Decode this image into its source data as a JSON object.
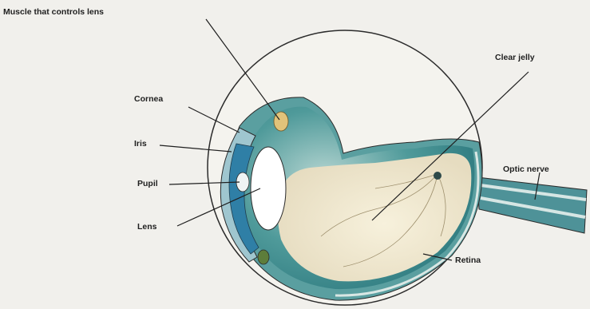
{
  "diagram": {
    "labels": {
      "muscle": "Muscle that controls lens",
      "clear_jelly": "Clear jelly",
      "cornea": "Cornea",
      "iris": "Iris",
      "optic_nerve": "Optic nerve",
      "pupil": "Pupil",
      "lens": "Lens",
      "retina": "Retina"
    },
    "colors": {
      "background": "#f1f0ec",
      "eye_teal": "#3f8f92",
      "eye_blue": "#2f7fa6",
      "jelly": "#f0e8cf",
      "outline": "#2b2b2b"
    }
  }
}
